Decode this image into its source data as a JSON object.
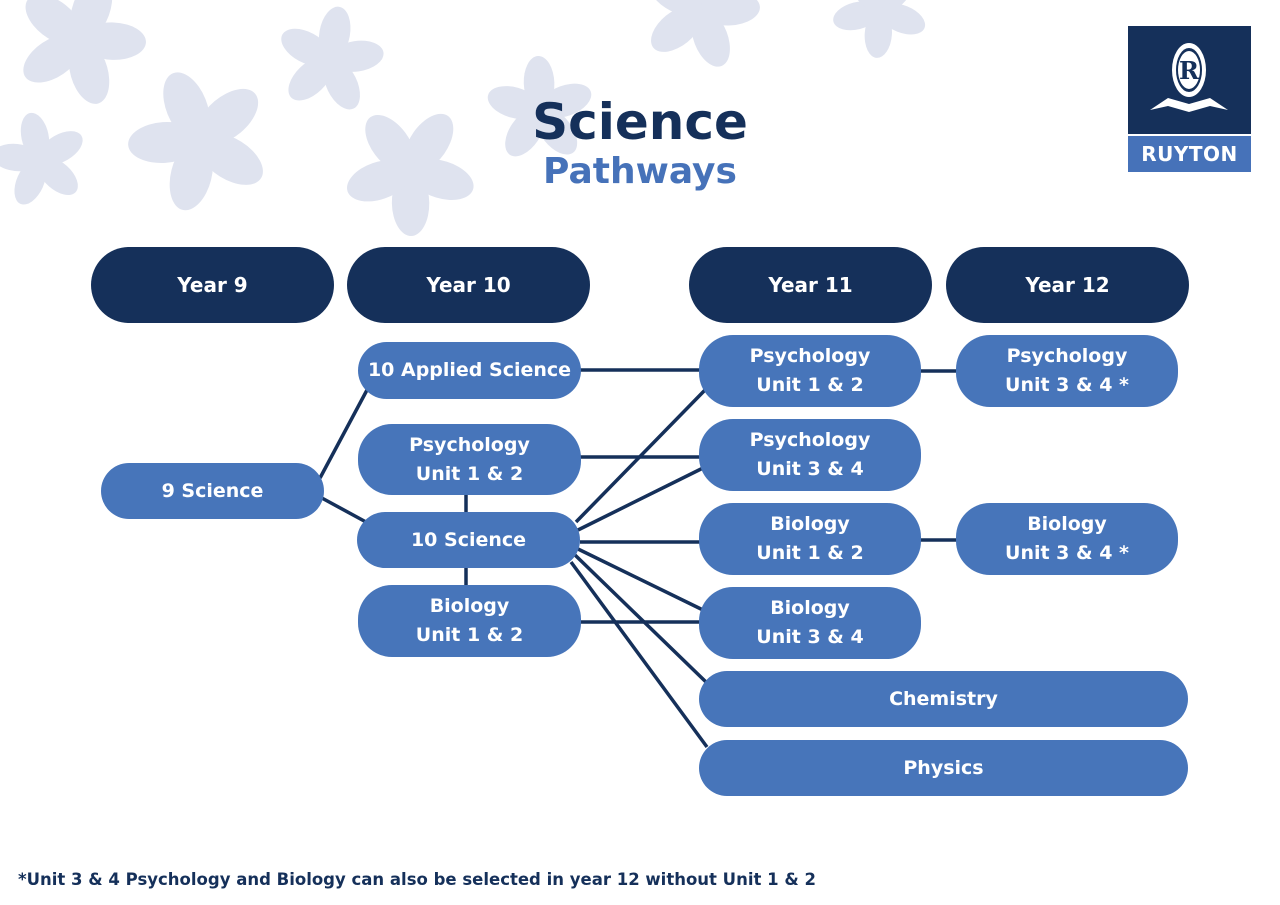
{
  "title": "Science",
  "subtitle": "Pathways",
  "logo": {
    "name": "RUYTON"
  },
  "headers": [
    "Year 9",
    "Year 10",
    "Year 11",
    "Year 12"
  ],
  "nodes": {
    "nine_science": "9 Science",
    "applied_science": "10 Applied Science",
    "y10_psych": "Psychology\nUnit 1 & 2",
    "ten_science": "10 Science",
    "y10_bio": "Biology\nUnit 1 & 2",
    "y11_psych12": "Psychology\nUnit 1 & 2",
    "y11_psych34": "Psychology\nUnit 3 & 4",
    "y11_bio12": "Biology\nUnit 1 & 2",
    "y11_bio34": "Biology\nUnit 3 & 4",
    "chemistry": "Chemistry",
    "physics": "Physics",
    "y12_psych34": "Psychology\nUnit 3 & 4 *",
    "y12_bio34": "Biology\nUnit 3 & 4 *"
  },
  "footnote": "*Unit 3 & 4 Psychology and Biology can also be selected in year 12 without Unit 1 & 2",
  "colors": {
    "navy": "#15305a",
    "blue": "#4775ba",
    "petal": "#dfe3ef"
  }
}
